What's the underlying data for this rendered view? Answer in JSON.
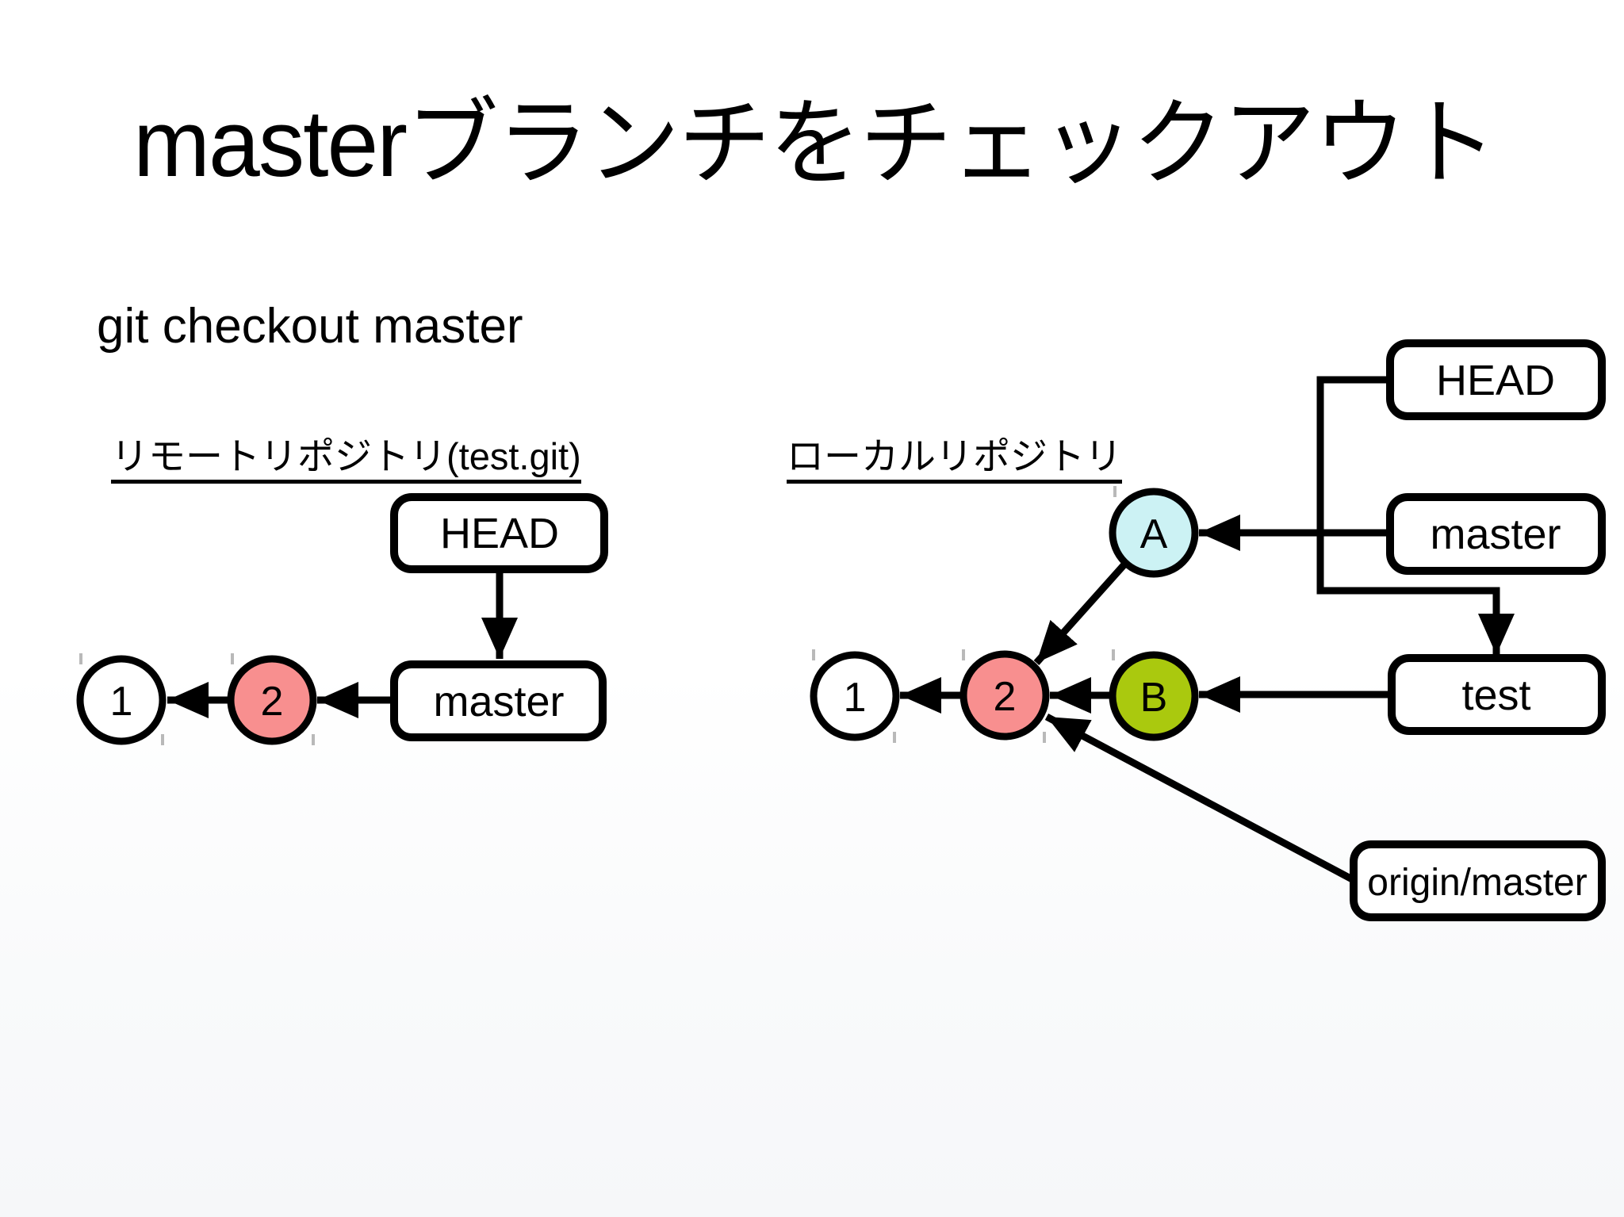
{
  "slide": {
    "title": "masterブランチをチェックアウト",
    "command": "git checkout master"
  },
  "remote": {
    "label": "リモートリポジトリ(test.git)",
    "commits": {
      "c1": "1",
      "c2": "2"
    },
    "refs": {
      "head": "HEAD",
      "master": "master"
    }
  },
  "local": {
    "label": "ローカルリポジトリ",
    "commits": {
      "c1": "1",
      "c2": "2",
      "a": "A",
      "b": "B"
    },
    "refs": {
      "head": "HEAD",
      "master": "master",
      "test": "test",
      "origin_master": "origin/master"
    }
  },
  "colors": {
    "commit_current": "#f88f8f",
    "commit_a": "#ccf2f4",
    "commit_b": "#aac90e",
    "commit_plain": "#ffffff",
    "stroke": "#000000",
    "tick": "#b9b9b9",
    "background": "#ffffff"
  }
}
